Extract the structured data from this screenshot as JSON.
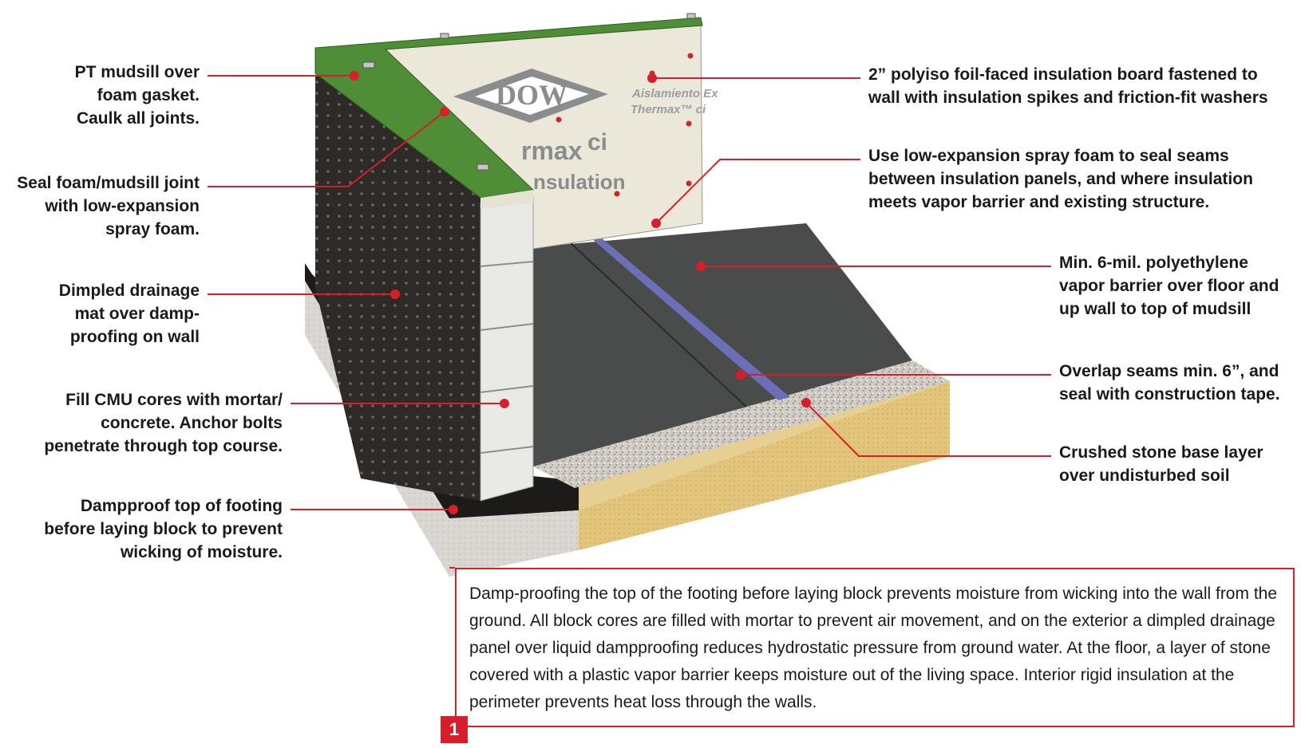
{
  "colors": {
    "accent": "#d71f2b",
    "board": "#ece8d9",
    "mudsill": "#4f8d37",
    "drainage_mat": "#2d2a27",
    "vapor_barrier": "#4a4c4b",
    "cmu": "#e9e9e6",
    "stone": "#cfcac3",
    "soil": "#e2c47b",
    "footing": "#d9d6d1"
  },
  "board_text": {
    "brand": "DOW",
    "spanish": "Aislamiento Ex",
    "product": "Thermax™ ci",
    "big_product": "rmax",
    "ci": "ci",
    "insulation": "nsulation"
  },
  "callouts": {
    "mudsill": [
      "PT mudsill over",
      "foam gasket.",
      "Caulk all joints."
    ],
    "seal_joint": [
      "Seal foam/mudsill joint",
      "with low-expansion",
      "spray foam."
    ],
    "drainage": [
      "Dimpled drainage",
      "mat over damp-",
      "proofing on wall"
    ],
    "cmu": [
      "Fill CMU cores with mortar/",
      "concrete. Anchor bolts",
      "penetrate through top course."
    ],
    "dampproof": [
      "Dampproof top of footing",
      "before laying block to prevent",
      "wicking of moisture."
    ],
    "polyiso": [
      "2” polyiso foil-faced insulation board fastened to",
      "wall with insulation spikes and friction-fit washers"
    ],
    "spray_foam": [
      "Use low-expansion spray foam to seal seams",
      "between insulation panels, and where insulation",
      "meets vapor barrier and existing structure."
    ],
    "vapor_barrier": [
      "Min. 6-mil. polyethylene",
      "vapor barrier over floor and",
      "up wall to top of mudsill"
    ],
    "overlap": [
      "Overlap seams min. 6”, and",
      "seal with construction tape."
    ],
    "stone": [
      "Crushed stone base layer",
      "over undisturbed soil"
    ]
  },
  "caption": {
    "text": "Damp-proofing the top of the footing before laying block prevents moisture from wicking into the wall from the ground. All block cores are filled with mortar to prevent air movement, and on the exterior a dimpled drainage panel over liquid dampproofing reduces hydrostatic pressure from ground water. At the floor, a layer of stone covered with a plastic vapor barrier keeps moisture out of the living space. Interior rigid insulation at the perimeter prevents heat loss through the walls.",
    "badge": "1"
  }
}
